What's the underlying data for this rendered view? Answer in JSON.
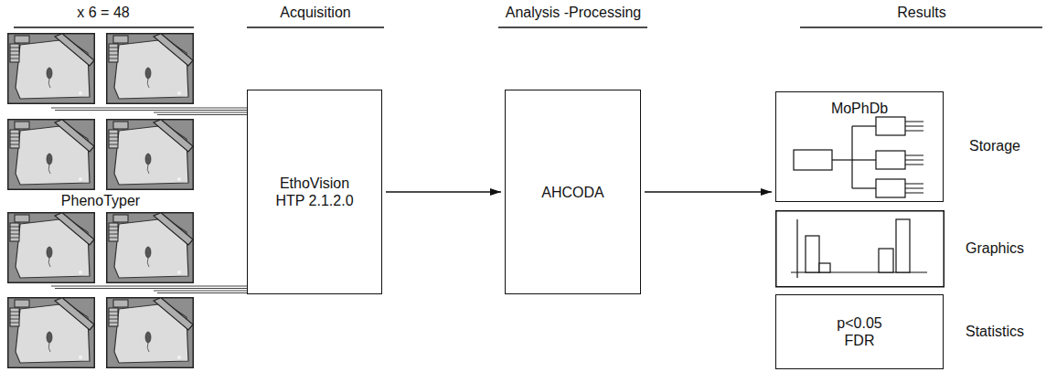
{
  "diagram": {
    "nodes": [
      {
        "text": [
          "EthoVision HTP 2.1.2.0"
        ]
      },
      {
        "text": [
          "AHCODA"
        ]
      },
      {
        "text": [
          "MoPhDb"
        ]
      },
      {
        "text": [
          "p<0.05 FDR"
        ]
      }
    ],
    "edges": [
      {
        "from": 0,
        "to": 1,
        "arrow": "to"
      },
      {
        "from": 1,
        "to": 2,
        "arrow": "to"
      }
    ],
    "labels": [
      "x 6 = 48",
      "Acquisition",
      "Analysis -Processing",
      "Results",
      "PhenoTyper",
      "Storage",
      "Graphics",
      "Statistics"
    ]
  }
}
